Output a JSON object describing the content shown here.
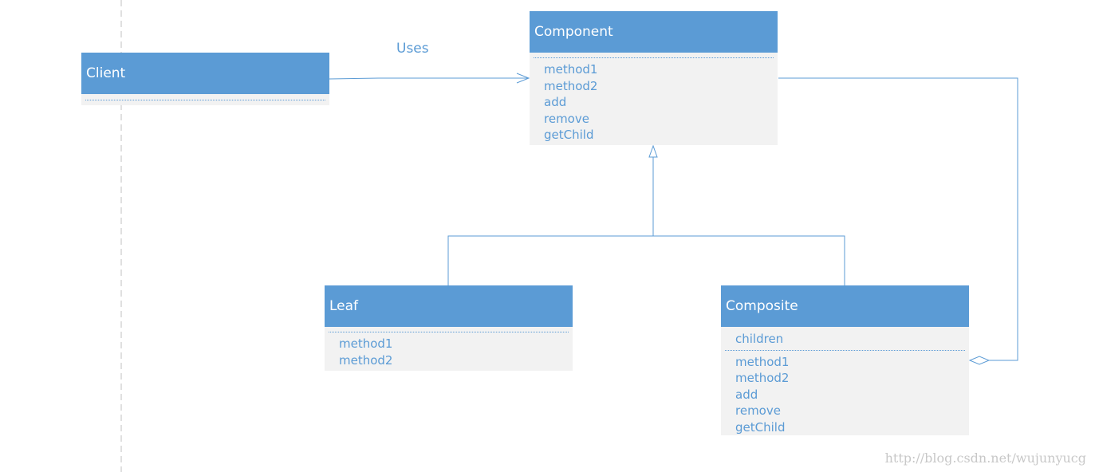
{
  "relationship": {
    "uses_label": "Uses"
  },
  "classes": {
    "client": {
      "name": "Client",
      "attributes": [],
      "methods": []
    },
    "component": {
      "name": "Component",
      "attributes": [],
      "methods": [
        "method1",
        "method2",
        "add",
        "remove",
        "getChild"
      ]
    },
    "leaf": {
      "name": "Leaf",
      "attributes": [],
      "methods": [
        "method1",
        "method2"
      ]
    },
    "composite": {
      "name": "Composite",
      "attributes": [
        "children"
      ],
      "methods": [
        "method1",
        "method2",
        "add",
        "remove",
        "getChild"
      ]
    }
  },
  "watermark": "http://blog.csdn.net/wujunyucg",
  "colors": {
    "header_fill": "#5b9bd5",
    "body_fill": "#f2f2f2",
    "text": "#5b9bd5",
    "line": "#5b9bd5",
    "lifeline": "#c0c0c0",
    "watermark": "#c8c8c8"
  }
}
